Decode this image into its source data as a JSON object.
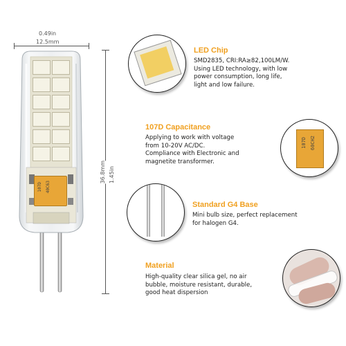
{
  "dimensions": {
    "width_in": "0.49in",
    "width_mm": "12.5mm",
    "height_in": "1.45in",
    "height_mm": "36.8mm"
  },
  "capacitor_markings": [
    "107D",
    "40C63"
  ],
  "features": [
    {
      "title": "LED Chip",
      "icon": "led-chip-closeup",
      "lines": [
        "SMD2835, CRI:RA≥82,100LM/W.",
        "Using LED technology, with low",
        "power consumption, long life,",
        "light and low failure."
      ]
    },
    {
      "title": "107D Capacitance",
      "icon": "capacitor-closeup",
      "chip_markings": [
        "107D",
        "60CH2"
      ],
      "lines": [
        "Applying to work with voltage",
        "from 10-20V AC/DC.",
        "Compliance with Electronic and",
        "magnetite transformer."
      ]
    },
    {
      "title": "Standard G4 Base",
      "icon": "g4-pins-closeup",
      "lines": [
        "Mini bulb size, perfect replacement",
        "for halogen G4."
      ]
    },
    {
      "title": "Material",
      "icon": "silica-gel-closeup",
      "lines": [
        "High-quality clear silica gel, no air",
        "bubble, moisture resistant, durable,",
        "good heat dispersion"
      ]
    }
  ],
  "colors": {
    "title_accent": "#f0a020",
    "capacitor": "#e8a637",
    "led_bead": "#f5f3e6"
  }
}
